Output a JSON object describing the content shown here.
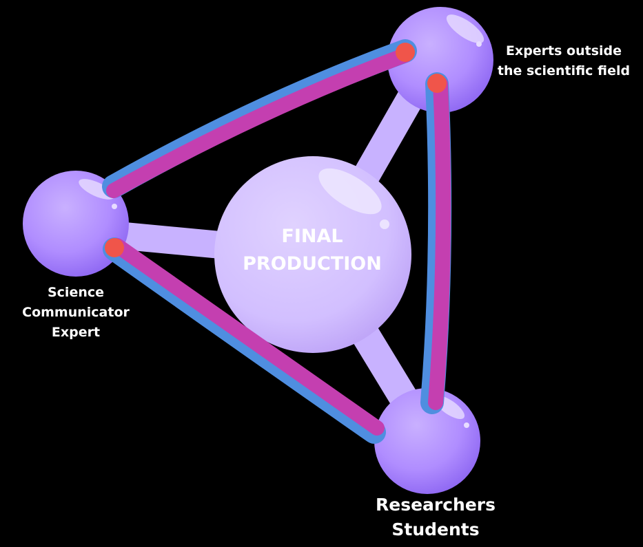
{
  "center": {
    "line1": "FINAL",
    "line2": "PRODUCTION"
  },
  "nodes": {
    "top_right": {
      "line1": "Experts outside",
      "line2": "the scientific field"
    },
    "left": {
      "line1": "Science",
      "line2": "Communicator",
      "line3": "Expert"
    },
    "bottom": {
      "line1": "Researchers",
      "line2": "Students"
    }
  },
  "colors": {
    "background": "#000000",
    "sphere": "#b592ff",
    "center_sphere": "#d4c2ff",
    "connector": "#c9b3ff",
    "tube_blue": "#4f8ee0",
    "tube_magenta": "#c43fb0",
    "tube_end": "#f0554a"
  }
}
